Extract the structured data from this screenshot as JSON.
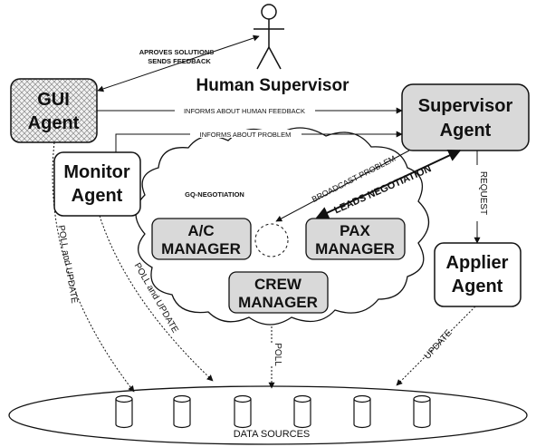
{
  "human_supervisor": {
    "label": "Human Supervisor"
  },
  "agents": {
    "gui": {
      "line1": "GUI",
      "line2": "Agent"
    },
    "supervisor": {
      "line1": "Supervisor",
      "line2": "Agent"
    },
    "monitor": {
      "line1": "Monitor",
      "line2": "Agent"
    },
    "applier": {
      "line1": "Applier",
      "line2": "Agent"
    }
  },
  "managers": {
    "ac": {
      "line1": "A/C",
      "line2": "MANAGER"
    },
    "pax": {
      "line1": "PAX",
      "line2": "MANAGER"
    },
    "crew": {
      "line1": "CREW",
      "line2": "MANAGER"
    }
  },
  "labels": {
    "aproves_solutions": "APROVES SOLUTIONS",
    "sends_feedback": "SENDS FEEDBACK",
    "informs_human_feedback": "INFORMS ABOUT HUMAN FEEDBACK",
    "informs_problem": "INFORMS ABOUT PROBLEM",
    "gq_negotiation": "GQ-NEGOTIATION",
    "broadcast_problem": "BROADCAST PROBLEM",
    "leads_negotiation": "LEADS NEGOTIATION",
    "request": "REQUEST",
    "poll_update_left": "POLL and UPDATE",
    "poll_update_mid": "POLL and UPDATE",
    "poll": "POLL",
    "update": "UPDATE",
    "data_sources": "DATA SOURCES"
  },
  "colors": {
    "box_fill": "#ffffff",
    "grey_fill": "#d9d9d9",
    "stroke": "#111111"
  }
}
